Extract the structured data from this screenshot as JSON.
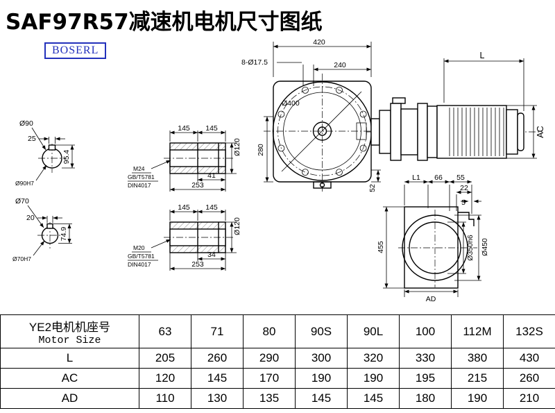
{
  "page": {
    "title": "SAF97R57减速机电机尺寸图纸",
    "logo": "BOSERL"
  },
  "drawing": {
    "shaft_end_top": {
      "diameter": "Ø90",
      "key_width": "25",
      "key_height": "95.4",
      "bore": "Ø90H7"
    },
    "shaft_end_bottom": {
      "diameter": "Ø70",
      "key_width": "20",
      "key_height": "74.9",
      "bore": "Ø70H7"
    },
    "hollow_shaft_top": {
      "len1": "145",
      "len2": "145",
      "diameter": "Ø120",
      "thread": "M24",
      "std1": "GB/T5781",
      "std2": "DIN4017",
      "depth": "41",
      "total": "253"
    },
    "hollow_shaft_bottom": {
      "len1": "145",
      "len2": "145",
      "diameter": "Ø120",
      "thread": "M20",
      "std1": "GB/T5781",
      "std2": "DIN4017",
      "depth": "34",
      "total": "253"
    },
    "front_view": {
      "width": "420",
      "bolt_holes": "8-Ø17.5",
      "inner_width": "240",
      "flange_diameter": "Ø400",
      "height": "280",
      "thickness": "52"
    },
    "motor_view": {
      "length": "L",
      "height": "AC"
    },
    "flange_view": {
      "l1": "L1",
      "d66": "66",
      "d55": "55",
      "d22": "22",
      "d5": "5",
      "height": "455",
      "spigot": "Ø350h6",
      "outer": "Ø450",
      "width": "AD"
    }
  },
  "table": {
    "header_cn": "YE2电机机座号",
    "header_en": "Motor Size",
    "sizes": [
      "63",
      "71",
      "80",
      "90S",
      "90L",
      "100",
      "112M",
      "132S"
    ],
    "rows": [
      {
        "label": "L",
        "values": [
          "205",
          "260",
          "290",
          "300",
          "320",
          "330",
          "380",
          "430"
        ]
      },
      {
        "label": "AC",
        "values": [
          "120",
          "145",
          "170",
          "190",
          "190",
          "195",
          "215",
          "260"
        ]
      },
      {
        "label": "AD",
        "values": [
          "110",
          "130",
          "135",
          "145",
          "145",
          "180",
          "190",
          "210"
        ]
      }
    ]
  }
}
